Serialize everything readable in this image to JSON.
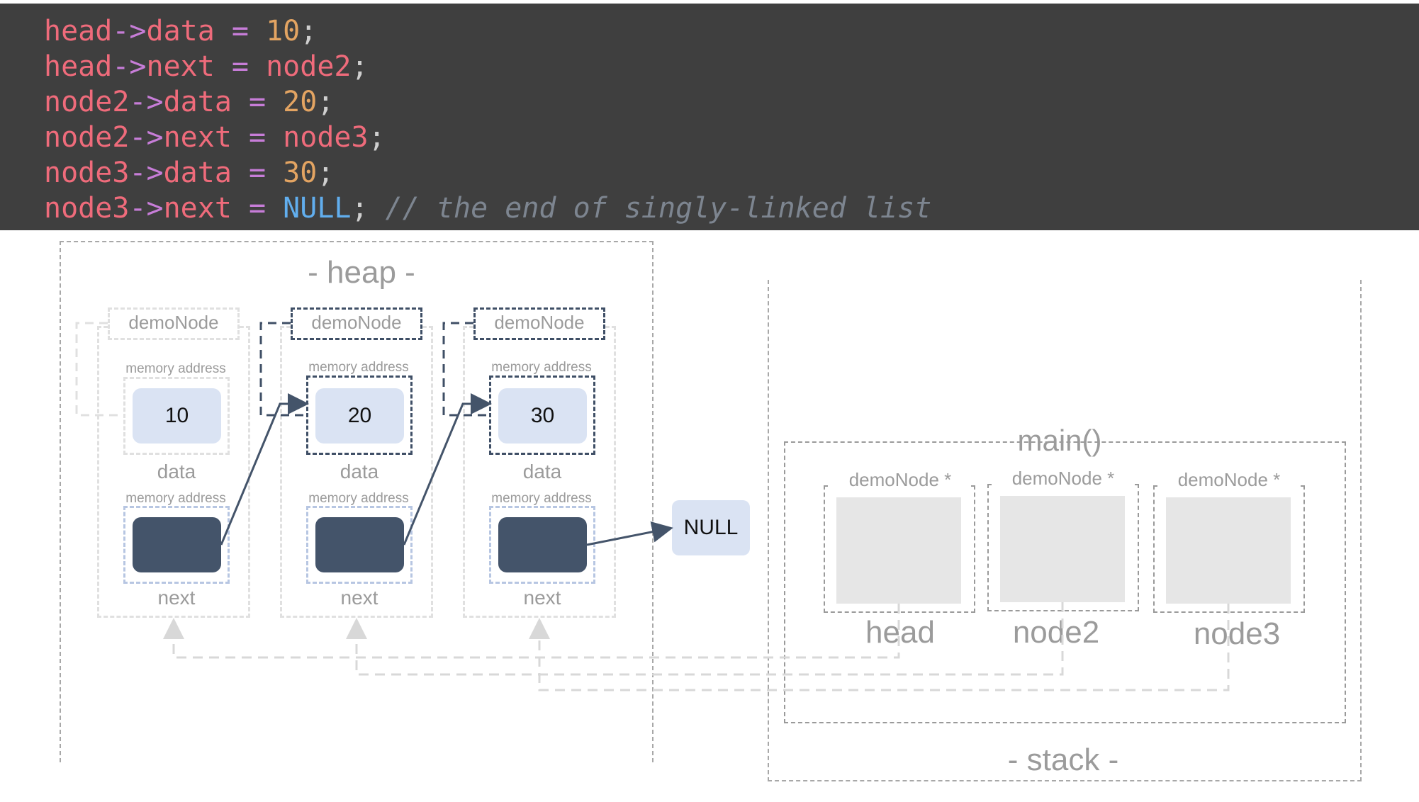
{
  "code": {
    "lines": [
      [
        {
          "t": "id",
          "v": "head"
        },
        {
          "t": "op",
          "v": "->"
        },
        {
          "t": "id",
          "v": "data"
        },
        {
          "t": "op",
          "v": " = "
        },
        {
          "t": "num",
          "v": "10"
        },
        {
          "t": "pn",
          "v": ";"
        }
      ],
      [
        {
          "t": "id",
          "v": "head"
        },
        {
          "t": "op",
          "v": "->"
        },
        {
          "t": "id",
          "v": "next"
        },
        {
          "t": "op",
          "v": " = "
        },
        {
          "t": "id",
          "v": "node2"
        },
        {
          "t": "pn",
          "v": ";"
        }
      ],
      [
        {
          "t": "id",
          "v": "node2"
        },
        {
          "t": "op",
          "v": "->"
        },
        {
          "t": "id",
          "v": "data"
        },
        {
          "t": "op",
          "v": " = "
        },
        {
          "t": "num",
          "v": "20"
        },
        {
          "t": "pn",
          "v": ";"
        }
      ],
      [
        {
          "t": "id",
          "v": "node2"
        },
        {
          "t": "op",
          "v": "->"
        },
        {
          "t": "id",
          "v": "next"
        },
        {
          "t": "op",
          "v": " = "
        },
        {
          "t": "id",
          "v": "node3"
        },
        {
          "t": "pn",
          "v": ";"
        }
      ],
      [
        {
          "t": "id",
          "v": "node3"
        },
        {
          "t": "op",
          "v": "->"
        },
        {
          "t": "id",
          "v": "data"
        },
        {
          "t": "op",
          "v": " = "
        },
        {
          "t": "num",
          "v": "30"
        },
        {
          "t": "pn",
          "v": ";"
        }
      ],
      [
        {
          "t": "id",
          "v": "node3"
        },
        {
          "t": "op",
          "v": "->"
        },
        {
          "t": "id",
          "v": "next"
        },
        {
          "t": "op",
          "v": " = "
        },
        {
          "t": "kw",
          "v": "NULL"
        },
        {
          "t": "pn",
          "v": "; "
        },
        {
          "t": "cm",
          "v": "// the end of singly-linked list"
        }
      ]
    ]
  },
  "heap": {
    "title": "- heap -",
    "nodes": [
      {
        "type_label": "demoNode",
        "data_addr_label": "memory address",
        "data_value": "10",
        "data_label": "data",
        "next_addr_label": "memory address",
        "next_label": "next"
      },
      {
        "type_label": "demoNode",
        "data_addr_label": "memory address",
        "data_value": "20",
        "data_label": "data",
        "next_addr_label": "memory address",
        "next_label": "next"
      },
      {
        "type_label": "demoNode",
        "data_addr_label": "memory address",
        "data_value": "30",
        "data_label": "data",
        "next_addr_label": "memory address",
        "next_label": "next"
      }
    ],
    "null_label": "NULL"
  },
  "stack": {
    "title": "- stack -",
    "frame_label": "main()",
    "vars": [
      {
        "type_label": "demoNode *",
        "name": "head"
      },
      {
        "type_label": "demoNode *",
        "name": "node2"
      },
      {
        "type_label": "demoNode *",
        "name": "node3"
      }
    ]
  },
  "colors": {
    "code_bg": "#3f3f3f",
    "value_fill": "#dae3f3",
    "pointer_fill": "#44546a",
    "arrow": "#44546a",
    "label_grey": "#9b9b9b"
  }
}
